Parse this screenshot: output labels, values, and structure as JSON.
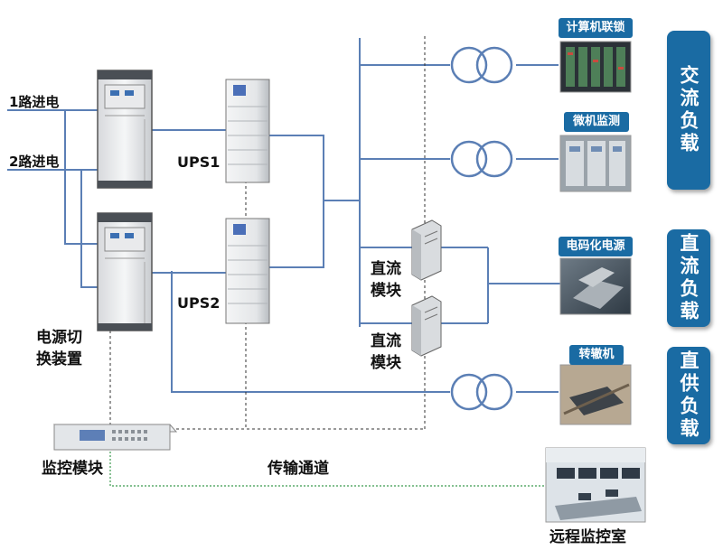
{
  "inputs": {
    "line1": "1路进电",
    "line2": "2路进电"
  },
  "switching": {
    "label": "电源切换装置"
  },
  "ups": {
    "ups1": "UPS1",
    "ups2": "UPS2"
  },
  "dc_modules": {
    "module1": "直流模块",
    "module2": "直流模块"
  },
  "monitor": {
    "label": "监控模块"
  },
  "channel": {
    "label": "传输通道"
  },
  "remote": {
    "label": "远程监控室"
  },
  "loads": {
    "interlock": "计算机联锁",
    "micro_monitor": "微机监测",
    "coded_power": "电码化电源",
    "switch_machine": "转辙机"
  },
  "panels": {
    "ac": "交流负载",
    "dc": "直流负载",
    "direct": "直供负载"
  },
  "colors": {
    "line": "#5b7fb5",
    "accent": "#1a6ba3"
  }
}
